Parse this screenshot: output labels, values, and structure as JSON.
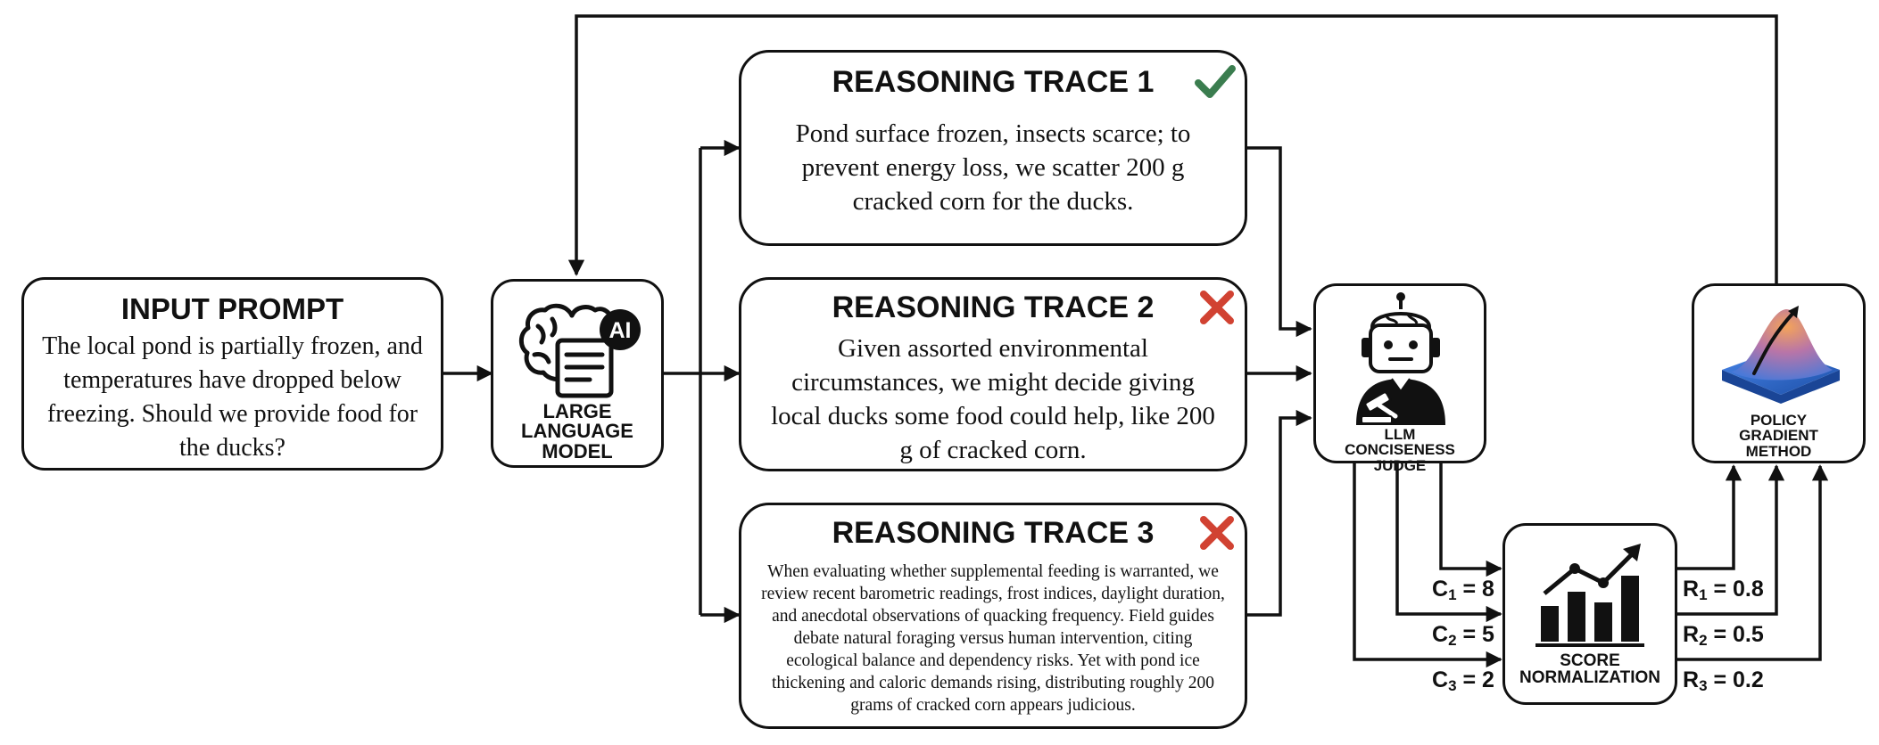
{
  "input": {
    "title": "INPUT PROMPT",
    "text": "The local pond is partially frozen, and temperatures have dropped below freezing. Should we provide food for the ducks?"
  },
  "llm": {
    "label": "LARGE LANGUAGE MODEL",
    "badge": "AI",
    "icon": "brain-document-icon"
  },
  "traces": [
    {
      "title": "REASONING TRACE 1",
      "status": "correct",
      "status_icon": "check-icon",
      "text": "Pond surface frozen, insects scarce; to prevent energy loss, we scatter 200 g cracked corn for the ducks."
    },
    {
      "title": "REASONING TRACE 2",
      "status": "incorrect",
      "status_icon": "cross-icon",
      "text": "Given assorted environmental circumstances, we might decide giving local ducks some food could help, like 200 g of cracked corn."
    },
    {
      "title": "REASONING TRACE 3",
      "status": "incorrect",
      "status_icon": "cross-icon",
      "text": "When evaluating whether supplemental feeding is warranted, we review recent barometric readings, frost indices, daylight duration, and anecdotal observations of quacking frequency. Field guides debate natural foraging versus human intervention, citing ecological balance and dependency risks. Yet with pond ice thickening and caloric demands rising, distributing roughly 200 grams of cracked corn appears judicious."
    }
  ],
  "judge": {
    "label": "LLM CONCISENESS JUDGE",
    "icon": "robot-judge-icon"
  },
  "normalization": {
    "label": "SCORE NORMALIZATION",
    "icon": "bar-chart-trend-icon"
  },
  "policy": {
    "label": "POLICY GRADIENT METHOD",
    "icon": "gradient-surface-icon"
  },
  "scores": {
    "c": [
      {
        "name": "C",
        "index": "1",
        "value": "= 8"
      },
      {
        "name": "C",
        "index": "2",
        "value": "= 5"
      },
      {
        "name": "C",
        "index": "3",
        "value": "= 2"
      }
    ],
    "r": [
      {
        "name": "R",
        "index": "1",
        "value": "= 0.8"
      },
      {
        "name": "R",
        "index": "2",
        "value": "= 0.5"
      },
      {
        "name": "R",
        "index": "3",
        "value": "= 0.2"
      }
    ]
  },
  "colors": {
    "check": "#3b7d4f",
    "cross": "#d14232",
    "line": "#111111"
  }
}
